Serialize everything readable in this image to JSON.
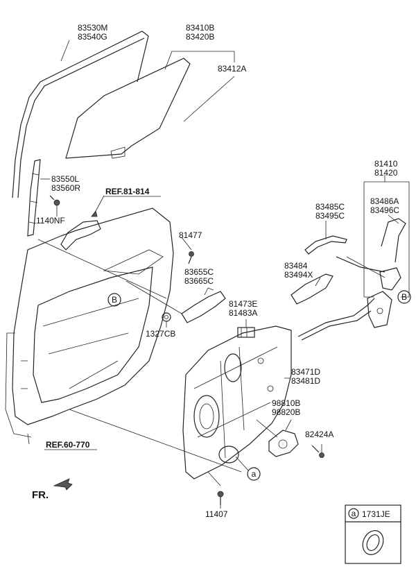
{
  "labels": {
    "p83530M": "83530M",
    "p83540G": "83540G",
    "p83410B": "83410B",
    "p83420B": "83420B",
    "p83412A": "83412A",
    "p83550L": "83550L",
    "p83560R": "83560R",
    "p1140NF": "1140NF",
    "ref81814": "REF.81-814",
    "p81410": "81410",
    "p81420": "81420",
    "p83485C": "83485C",
    "p83495C": "83495C",
    "p83486A": "83486A",
    "p83496C": "83496C",
    "p81477": "81477",
    "p83484": "83484",
    "p83494X": "83494X",
    "p83655C": "83655C",
    "p83665C": "83665C",
    "calloutB": "B",
    "p81473E": "81473E",
    "p81483A": "81483A",
    "p1327CB": "1327CB",
    "p83471D": "83471D",
    "p83481D": "83481D",
    "p98810B": "98810B",
    "p98820B": "98820B",
    "p82424A": "82424A",
    "ref60770": "REF.60-770",
    "calloutA": "a",
    "fr": "FR.",
    "p11407": "11407",
    "legendA": "a",
    "p1731JE": "1731JE"
  }
}
